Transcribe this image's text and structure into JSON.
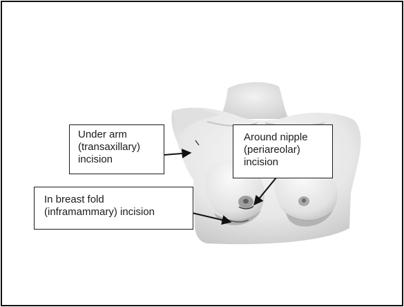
{
  "labels": {
    "transaxillary": {
      "lines": [
        "Under arm",
        "(transaxillary)",
        "incision"
      ]
    },
    "periareolar": {
      "lines": [
        "Around nipple",
        "(periareolar)",
        "incision"
      ]
    },
    "inframammary": {
      "lines": [
        "In breast fold",
        "(inframammary) incision"
      ]
    }
  },
  "colors": {
    "skin_light": "#f3f3f3",
    "skin_mid": "#d8d8d8",
    "skin_shadow": "#a9a9a9",
    "outline": "#1a1a1a",
    "arrow": "#111111",
    "incision": "#6a6a6a"
  },
  "icons": {
    "arrow": "arrow-icon",
    "incision": "incision-line-icon"
  }
}
